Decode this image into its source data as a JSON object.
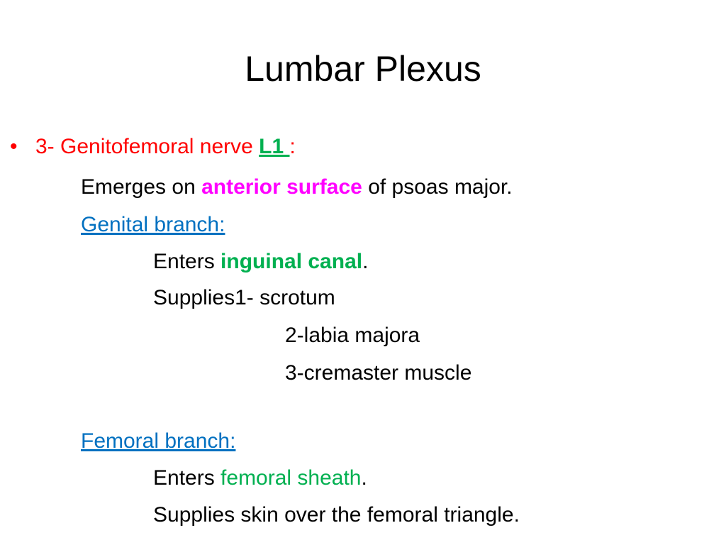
{
  "slide": {
    "title": "Lumbar Plexus",
    "bullet": {
      "dot": "•",
      "text": "3- Genitofemoral nerve ",
      "level_link": "L1 ",
      "colon": ":"
    },
    "emerges": {
      "before": "Emerges on ",
      "highlight": "anterior surface",
      "after": " of psoas major."
    },
    "genital": {
      "heading": "Genital branch:",
      "enters_before": "Enters ",
      "enters_highlight": "inguinal canal",
      "enters_after": ".",
      "supplies_1": "Supplies1- scrotum",
      "supplies_2": "2-labia majora",
      "supplies_3": "3-cremaster muscle"
    },
    "femoral": {
      "heading": "Femoral branch:",
      "enters_before": "Enters ",
      "enters_highlight": "femoral sheath",
      "enters_after": ".",
      "supplies": "Supplies skin over the femoral triangle."
    }
  },
  "colors": {
    "bullet_red": "#ff0000",
    "highlight_magenta": "#ff00ff",
    "highlight_green": "#00b050",
    "link_blue": "#0070c0"
  }
}
